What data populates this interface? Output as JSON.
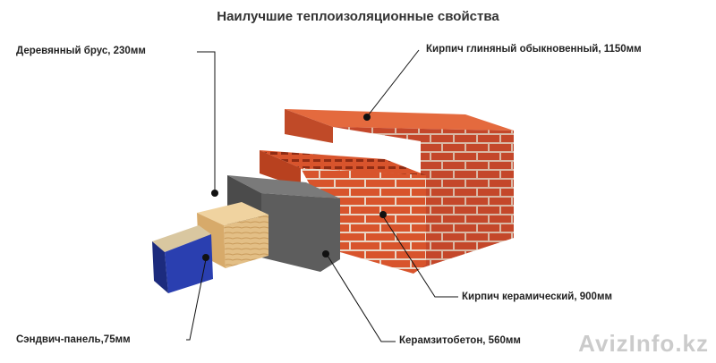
{
  "title": "Наилучшие теплоизоляционные свойства",
  "labels": {
    "wood": "Деревянный брус, 230мм",
    "clay_brick": "Кирпич глиняный обыкновенный, 1150мм",
    "ceramic_brick": "Кирпич керамический, 900мм",
    "expanded_clay": "Керамзитобетон, 560мм",
    "sandwich": "Сэндвич-панель,75мм"
  },
  "watermark": "AvizInfo.kz",
  "colors": {
    "brick": "#d8542c",
    "brick_dark": "#a83a1c",
    "mortar": "#e9d6c6",
    "concrete": "#5d5d5d",
    "wood": "#e3bf86",
    "panel": "#2a3fb0"
  }
}
